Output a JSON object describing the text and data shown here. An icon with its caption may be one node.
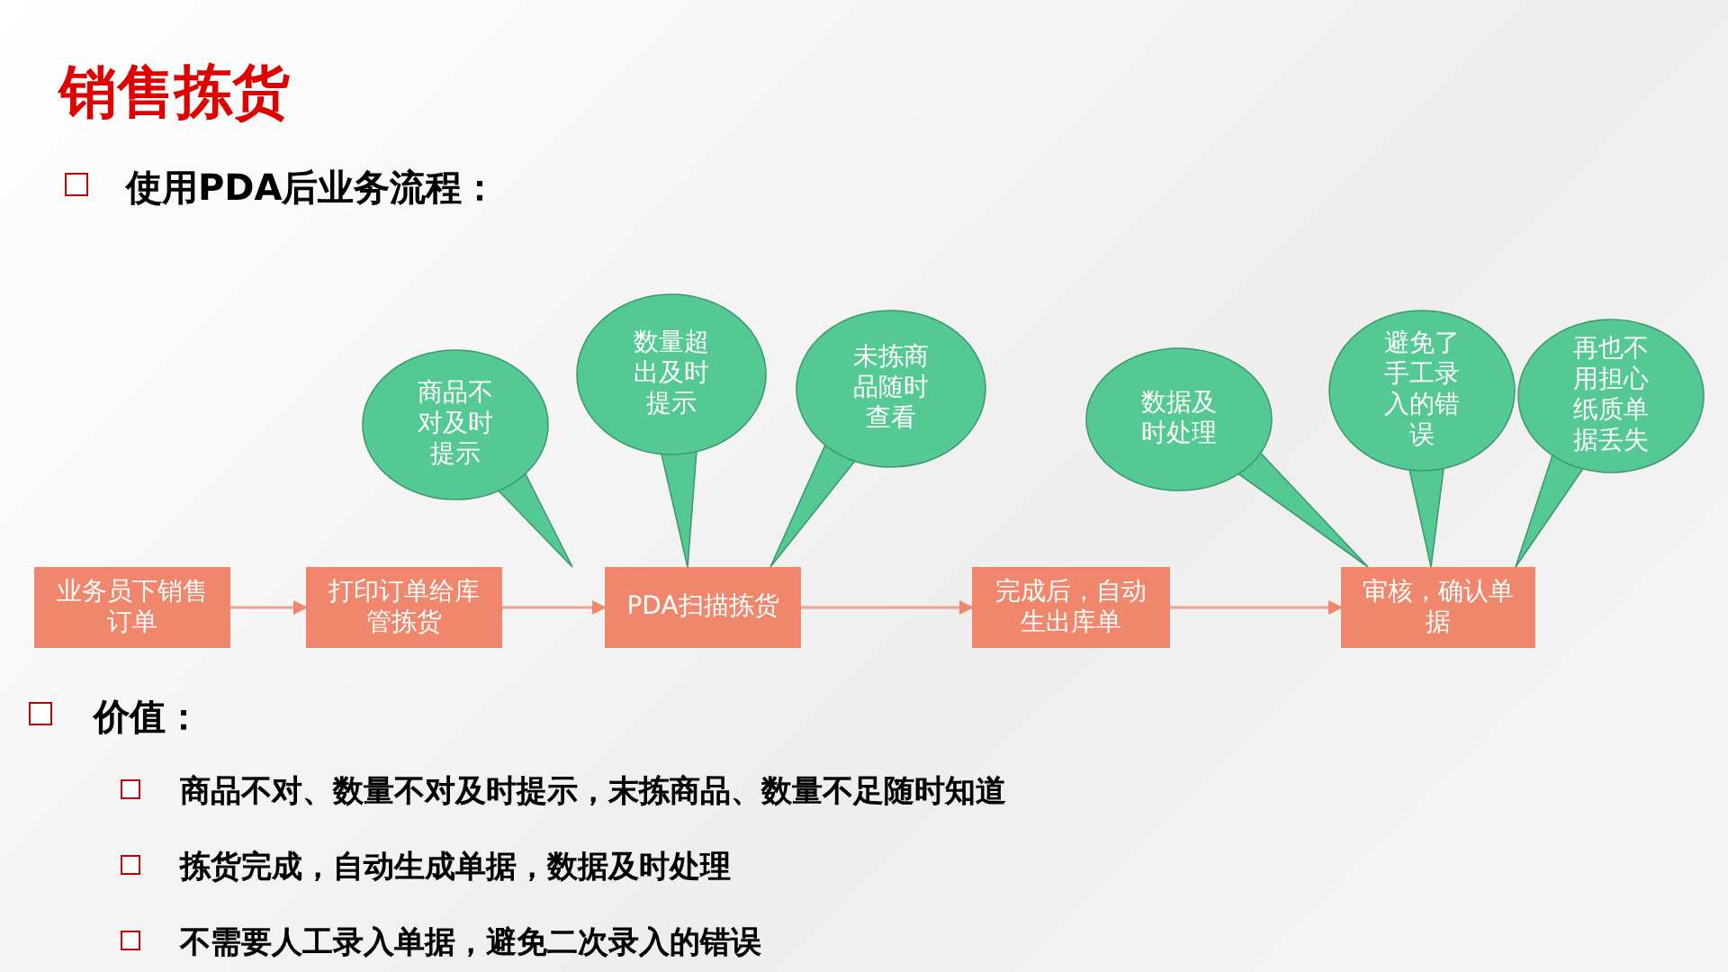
{
  "diagram": {
    "title": "销售拣货",
    "nodes": [
      {
        "text": [
          "业务员下销售订单"
        ]
      },
      {
        "text": [
          "打印订单给库管拣货"
        ]
      },
      {
        "text": [
          "PDA扫描拣货"
        ]
      },
      {
        "text": [
          "完成后，自动生出库单"
        ]
      },
      {
        "text": [
          "审核，确认单据"
        ]
      },
      {
        "text": [
          "商品不对及时提示"
        ]
      },
      {
        "text": [
          "数量超出及时提示"
        ]
      },
      {
        "text": [
          "未拣商品随时查看"
        ]
      },
      {
        "text": [
          "数据及时处理"
        ]
      },
      {
        "text": [
          "避免了手工录入的错误"
        ]
      },
      {
        "text": [
          "再也不用担心纸质单据丢失"
        ]
      }
    ],
    "edges": [
      {
        "from": 0,
        "to": 1,
        "arrow": "to"
      },
      {
        "from": 1,
        "to": 2,
        "arrow": "to"
      },
      {
        "from": 2,
        "to": 3,
        "arrow": "to"
      },
      {
        "from": 3,
        "to": 4,
        "arrow": "to"
      },
      {
        "from": 5,
        "to": 2,
        "arrow": "none",
        "color": "#55c993"
      },
      {
        "from": 6,
        "to": 2,
        "arrow": "none",
        "color": "#55c993"
      },
      {
        "from": 7,
        "to": 2,
        "arrow": "none",
        "color": "#55c993"
      },
      {
        "from": 8,
        "to": 4,
        "arrow": "none",
        "color": "#55c993"
      },
      {
        "from": 9,
        "to": 4,
        "arrow": "none",
        "color": "#55c993"
      },
      {
        "from": 10,
        "to": 4,
        "arrow": "none",
        "color": "#55c993"
      }
    ],
    "labels": [
      "使用PDA后业务流程：",
      "价值：",
      "商品不对、数量不对及时提示，末拣商品、数量不足随时知道",
      "拣货完成，自动生成单据，数据及时处理",
      "不需要人工录入单据，避免二次录入的错误"
    ]
  }
}
